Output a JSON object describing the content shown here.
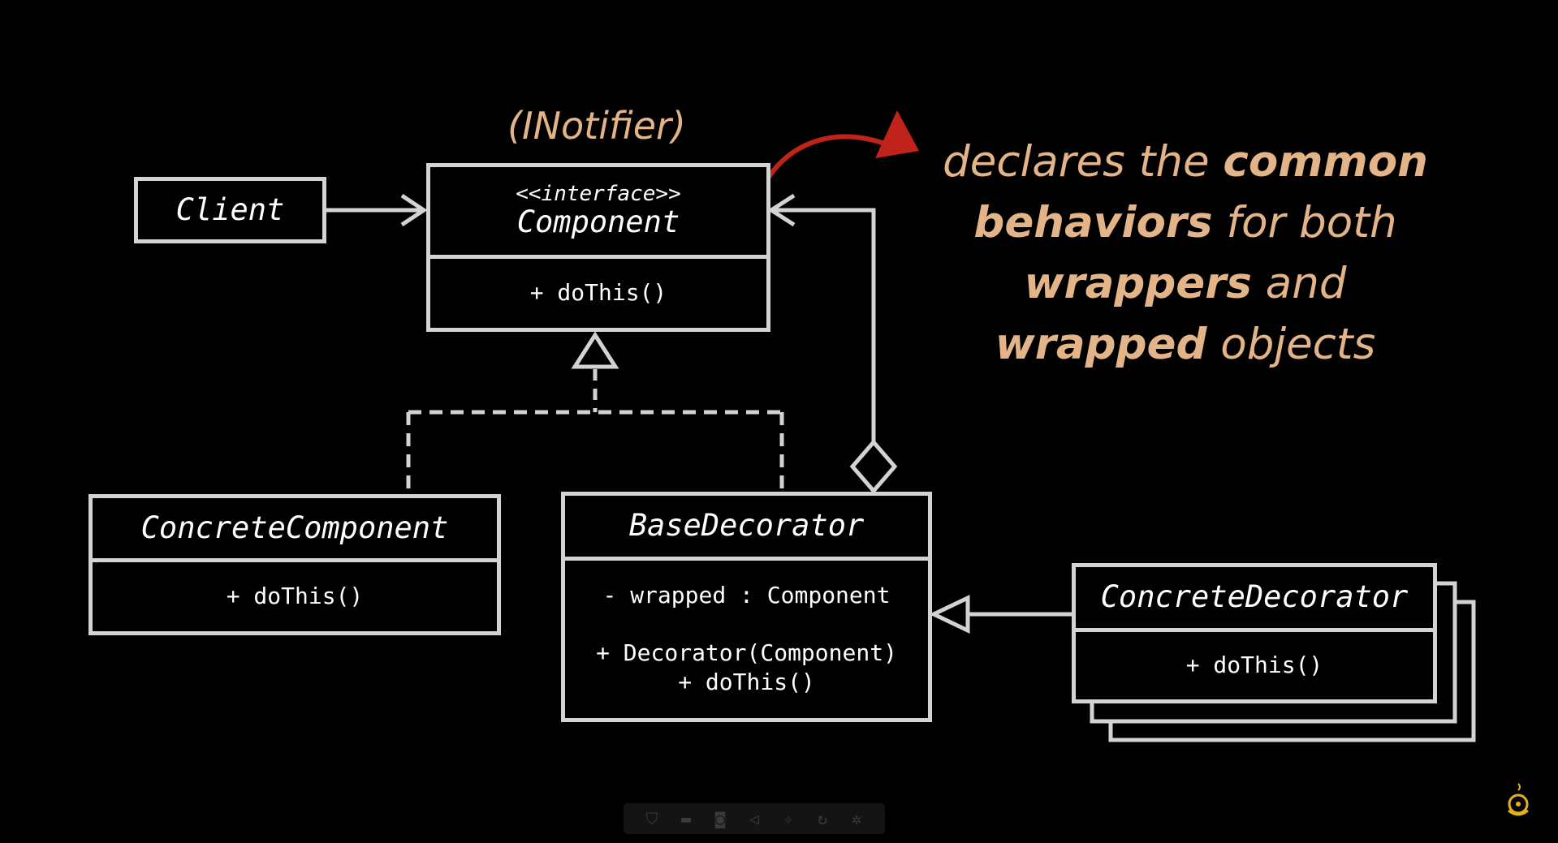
{
  "annotation": "(INotifier)",
  "note": {
    "l1_a": "declares the ",
    "l1_b": "common",
    "l2_a": "behaviors",
    "l2_b": " for both",
    "l3_a": "wrappers",
    "l3_b": " and",
    "l4_a": "wrapped",
    "l4_b": " objects"
  },
  "client": {
    "name": "Client"
  },
  "component": {
    "stereotype": "<<interface>>",
    "name": "Component",
    "method": "+ doThis()"
  },
  "concrete_component": {
    "name": "ConcreteComponent",
    "method": "+ doThis()"
  },
  "base_decorator": {
    "name": "BaseDecorator",
    "field": "- wrapped : Component",
    "constructor": "+ Decorator(Component)",
    "method": "+ doThis()"
  },
  "concrete_decorator": {
    "name": "ConcreteDecorator",
    "method": "+ doThis()"
  },
  "colors": {
    "lines": "#d3d3d3",
    "accent_text": "#e3b487",
    "red_arrow": "#c0231a",
    "background": "#000000"
  },
  "toolbar_icons": [
    "shield-icon",
    "clapper-icon",
    "camera-icon",
    "speaker-icon",
    "pin-icon",
    "refresh-icon",
    "gear-icon"
  ]
}
